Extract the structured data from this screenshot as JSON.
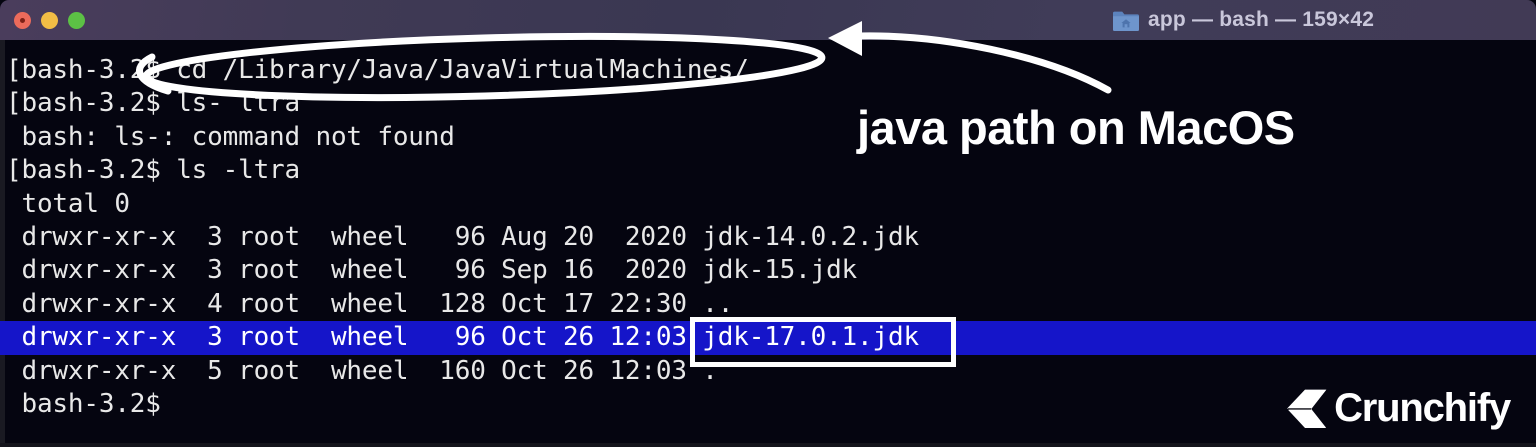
{
  "window": {
    "title": "app — bash — 159×42",
    "folder_icon": "home-folder-icon",
    "traffic_lights": [
      {
        "name": "close-button",
        "label": "Close",
        "color": "#eb6b5b"
      },
      {
        "name": "minimize-button",
        "label": "Minimize",
        "color": "#f2bd45"
      },
      {
        "name": "maximize-button",
        "label": "Maximize",
        "color": "#5cc145"
      }
    ],
    "titlebar_color": "#403a55",
    "terminal_background": "#050510",
    "terminal_foreground": "#e8e8e8",
    "selection_color": "#1515c9"
  },
  "terminal": {
    "lines": [
      {
        "text": "[bash-3.2$ cd /Library/Java/JavaVirtualMachines/",
        "selected": false
      },
      {
        "text": "[bash-3.2$ ls- ltra",
        "selected": false
      },
      {
        "text": " bash: ls-: command not found",
        "selected": false
      },
      {
        "text": "[bash-3.2$ ls -ltra",
        "selected": false
      },
      {
        "text": " total 0",
        "selected": false
      },
      {
        "text": " drwxr-xr-x  3 root  wheel   96 Aug 20  2020 jdk-14.0.2.jdk",
        "selected": false
      },
      {
        "text": " drwxr-xr-x  3 root  wheel   96 Sep 16  2020 jdk-15.jdk",
        "selected": false
      },
      {
        "text": " drwxr-xr-x  4 root  wheel  128 Oct 17 22:30 ..",
        "selected": false
      },
      {
        "text": " drwxr-xr-x  3 root  wheel   96 Oct 26 12:03 jdk-17.0.1.jdk",
        "selected": true,
        "selection_width": 1536
      },
      {
        "text": " drwxr-xr-x  5 root  wheel  160 Oct 26 12:03 .",
        "selected": false
      },
      {
        "text": " bash-3.2$",
        "selected": false
      }
    ],
    "prompt": "bash-3.2$",
    "commands": [
      "cd /Library/Java/JavaVirtualMachines/",
      "ls- ltra",
      "ls -ltra"
    ],
    "error": "bash: ls-: command not found",
    "total_label": "total 0",
    "columns": [
      "permissions",
      "links",
      "owner",
      "group",
      "size",
      "month",
      "day",
      "time_or_year",
      "name"
    ],
    "entries": [
      {
        "permissions": "drwxr-xr-x",
        "links": "3",
        "owner": "root",
        "group": "wheel",
        "size": "96",
        "month": "Aug",
        "day": "20",
        "time_or_year": "2020",
        "name": "jdk-14.0.2.jdk"
      },
      {
        "permissions": "drwxr-xr-x",
        "links": "3",
        "owner": "root",
        "group": "wheel",
        "size": "96",
        "month": "Sep",
        "day": "16",
        "time_or_year": "2020",
        "name": "jdk-15.jdk"
      },
      {
        "permissions": "drwxr-xr-x",
        "links": "4",
        "owner": "root",
        "group": "wheel",
        "size": "128",
        "month": "Oct",
        "day": "17",
        "time_or_year": "22:30",
        "name": ".."
      },
      {
        "permissions": "drwxr-xr-x",
        "links": "3",
        "owner": "root",
        "group": "wheel",
        "size": "96",
        "month": "Oct",
        "day": "26",
        "time_or_year": "12:03",
        "name": "jdk-17.0.1.jdk"
      },
      {
        "permissions": "drwxr-xr-x",
        "links": "5",
        "owner": "root",
        "group": "wheel",
        "size": "160",
        "month": "Oct",
        "day": "26",
        "time_or_year": "12:03",
        "name": "."
      }
    ]
  },
  "annotations": {
    "callout_label": "java path on MacOS",
    "callout_color": "#ffffff",
    "ellipse_target": "cd /Library/Java/JavaVirtualMachines/",
    "box_target": "jdk-17.0.1.jdk",
    "arrow": "curved-arrow-icon",
    "ellipse": "hand-drawn-ellipse-icon"
  },
  "branding": {
    "name": "Crunchify",
    "mark": "crunchify-chevron-logo"
  }
}
